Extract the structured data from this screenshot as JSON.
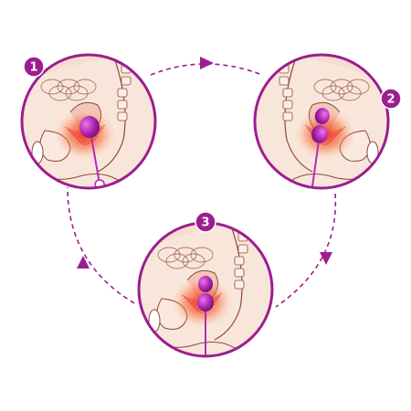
{
  "steps": [
    {
      "number": "1"
    },
    {
      "number": "2"
    },
    {
      "number": "3"
    }
  ],
  "colors": {
    "accent": "#9b1e8f",
    "device": "#b42ab8",
    "skin": "#f6ddd0",
    "outline": "#8a4a3c",
    "redness": "#e8372a"
  },
  "flow_direction": "clockwise"
}
